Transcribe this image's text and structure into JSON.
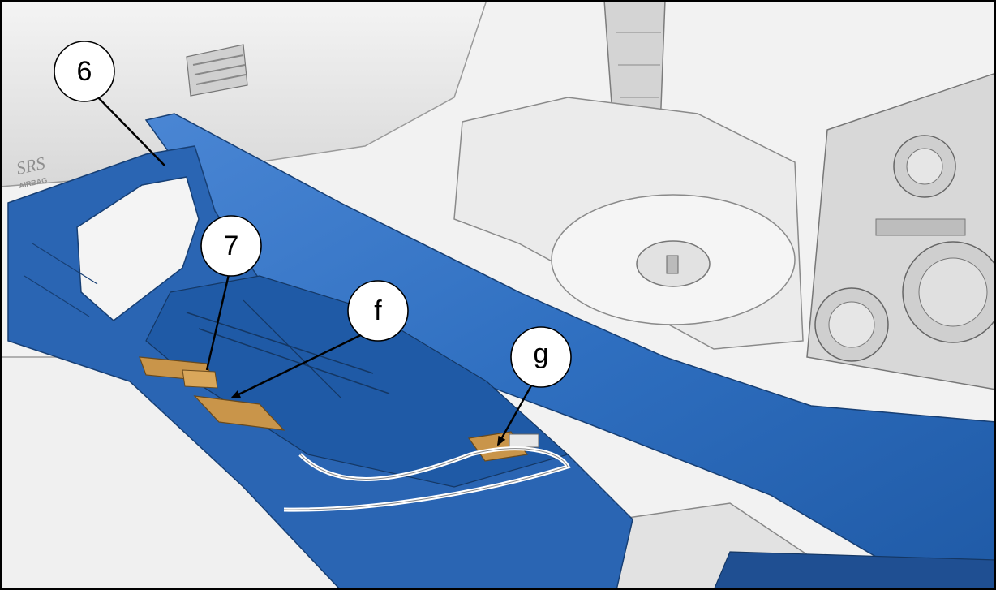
{
  "figure": {
    "markings": {
      "airbag_label_top": "SRS",
      "airbag_label_bottom": "AIRBAG"
    },
    "callouts": [
      {
        "id": "6",
        "label": "6"
      },
      {
        "id": "7",
        "label": "7"
      },
      {
        "id": "f",
        "label": "f"
      },
      {
        "id": "g",
        "label": "g"
      }
    ],
    "colors": {
      "highlight_part": "#2f6fc0",
      "highlight_dark": "#1f4f92",
      "clip": "#c9954a",
      "background_part": "#e9e9e9",
      "line": "#000000"
    }
  }
}
